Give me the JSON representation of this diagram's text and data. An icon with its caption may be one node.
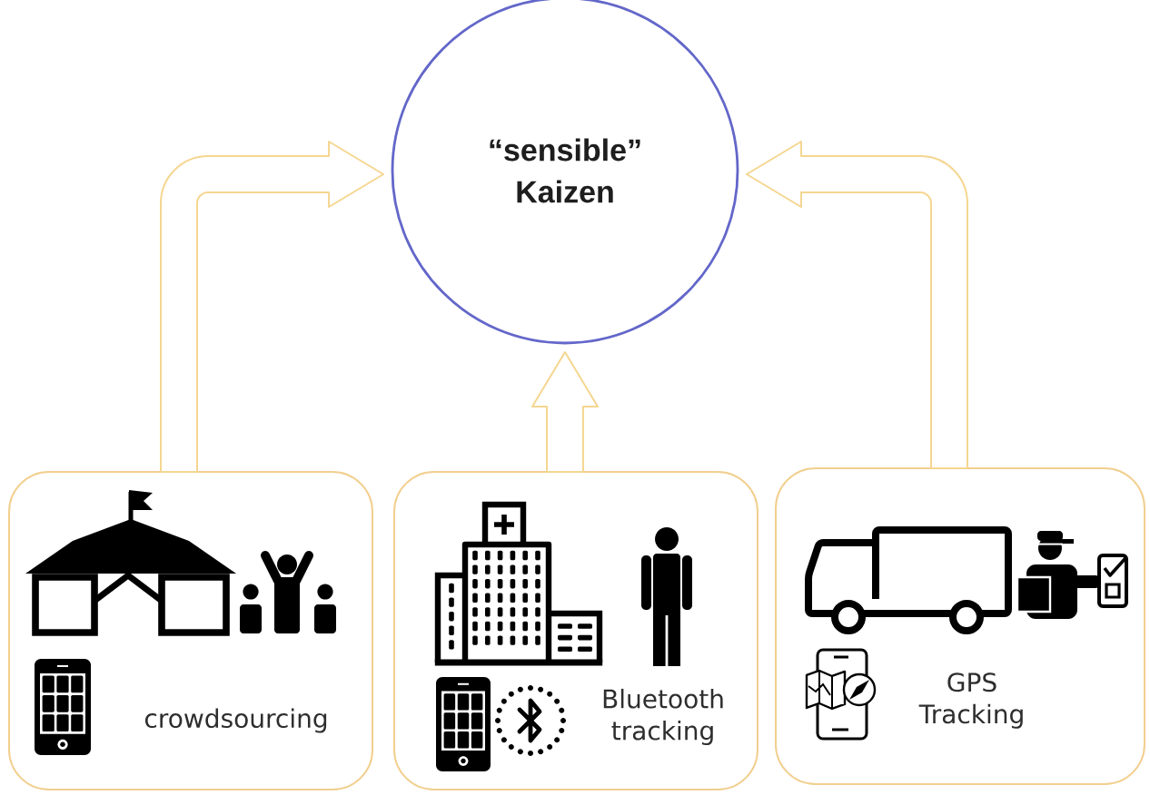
{
  "diagram": {
    "nodes": [
      {
        "text": [
          "“sensible” Kaizen"
        ]
      },
      {
        "text": [
          "crowdsourcing"
        ]
      },
      {
        "text": [
          "Bluetooth tracking"
        ]
      },
      {
        "text": [
          "GPS Tracking"
        ]
      }
    ],
    "edges": [
      {
        "from": 1,
        "to": 0,
        "arrow": "to"
      },
      {
        "from": 2,
        "to": 0,
        "arrow": "to"
      },
      {
        "from": 3,
        "to": 0,
        "arrow": "to"
      }
    ]
  }
}
